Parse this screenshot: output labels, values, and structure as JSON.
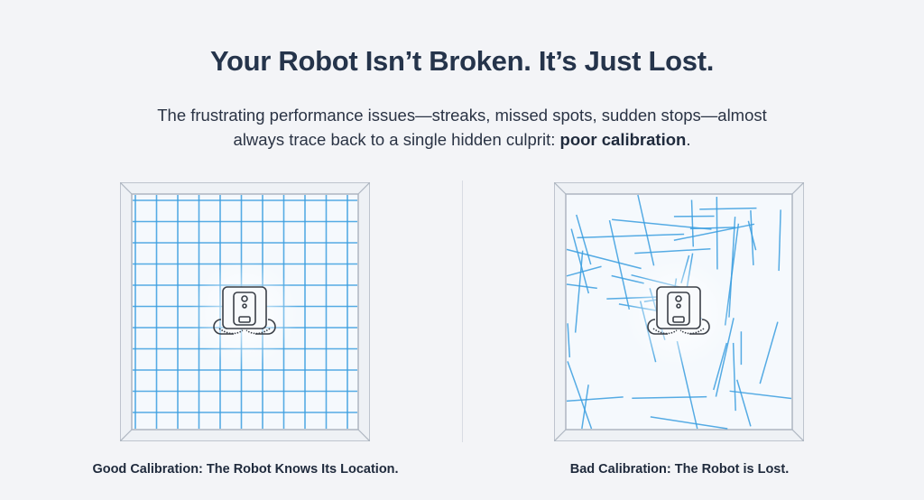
{
  "header": {
    "title": "Your Robot Isn’t Broken. It’s Just Lost.",
    "subtitle_line1": "The frustrating performance issues—streaks, missed spots, sudden stops—almost",
    "subtitle_line2_prefix": "always trace back to a single hidden culprit: ",
    "subtitle_emphasis": "poor calibration",
    "subtitle_suffix": "."
  },
  "panels": [
    {
      "caption": "Good Calibration: The Robot Knows Its Location.",
      "icon": "robot-vacuum-icon",
      "grid": "aligned"
    },
    {
      "caption": "Bad Calibration: The Robot is Lost.",
      "icon": "robot-vacuum-icon",
      "grid": "scrambled"
    }
  ],
  "colors": {
    "grid_line": "#3a9ee0",
    "frame": "#c9d0d9",
    "text": "#25344b"
  }
}
